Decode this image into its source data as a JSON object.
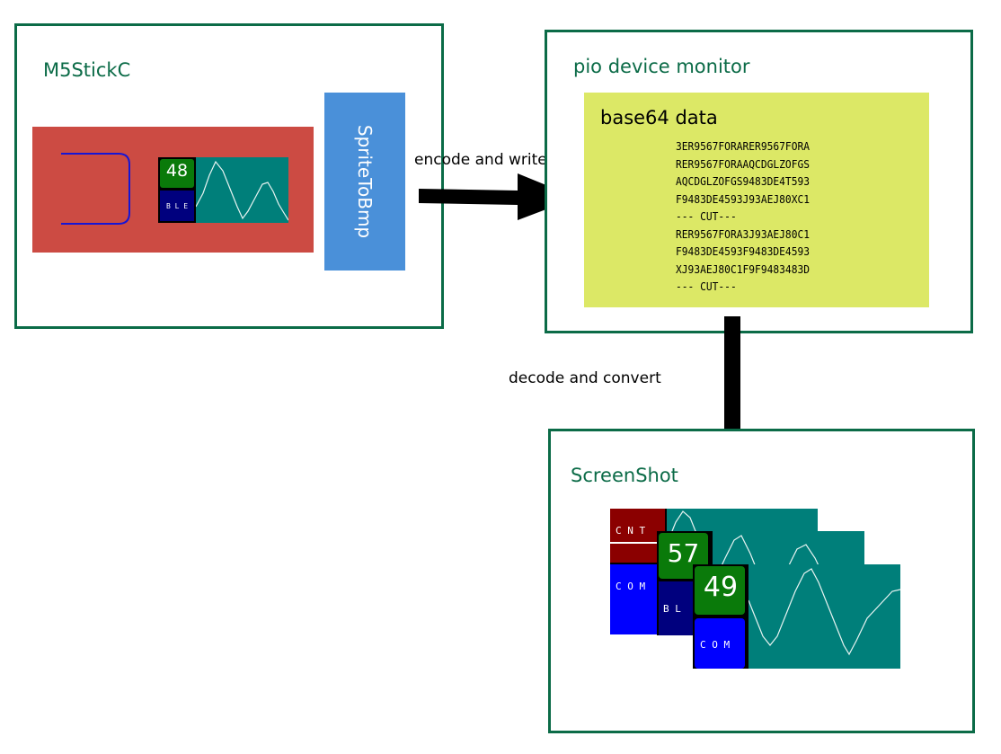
{
  "boxes": {
    "m5stick": {
      "title": "M5StickC"
    },
    "monitor": {
      "title": "pio device monitor"
    },
    "screenshot": {
      "title": "ScreenShot"
    }
  },
  "sprite_to_bmp": {
    "label": "SpriteToBmp"
  },
  "device_screen": {
    "number": "48",
    "ble_label": "B L E"
  },
  "arrows": {
    "encode": "encode and write",
    "decode": "decode and convert"
  },
  "base64": {
    "title": "base64 data",
    "lines": [
      "3ER9567FORARER9567FORA",
      "RER9567FORAAQCDGLZOFGS",
      "AQCDGLZOFGS9483DE4T593",
      "F9483DE4593J93AEJ80XC1",
      "--- CUT---",
      "RER9567FORA3J93AEJ80C1",
      "F9483DE4593F9483DE4593",
      "XJ93AEJ80C1F9F9483483D",
      "--- CUT---"
    ]
  },
  "screens": [
    {
      "label_top": "C N T",
      "label_bottom": "C O M"
    },
    {
      "number": "57",
      "label_bottom": "B L"
    },
    {
      "number": "49",
      "label_bottom": "C O M"
    }
  ],
  "colors": {
    "box_border": "#0b6b47",
    "device_body": "#cc4b43",
    "sprite_button": "#4a90d9",
    "base64_bg": "#dce866",
    "screen_teal": "#007f7a",
    "badge_green": "#0a7a0a",
    "ble_navy": "#00007e",
    "com_blue": "#0000ff",
    "cnt_dark_red": "#8b0000"
  }
}
